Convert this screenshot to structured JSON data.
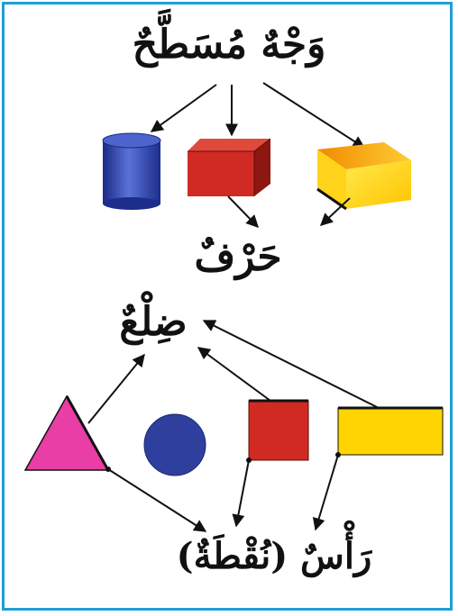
{
  "labels": {
    "face": "وَجْهٌ مُسَطَّحٌ",
    "edge": "حَرْفٌ",
    "side": "ضِلْعٌ",
    "vertex": "رَأْسٌ (نُقْطَةٌ)"
  },
  "colors": {
    "border": "#1e9fd6",
    "cylinder": "#2a3fa8",
    "cube": "#d02a22",
    "prism": "#ffd31a",
    "triangle": "#e83ea6",
    "circle": "#2e3f9e",
    "square": "#d02a22",
    "rectangle": "#ffd400",
    "arrow": "#111111"
  }
}
